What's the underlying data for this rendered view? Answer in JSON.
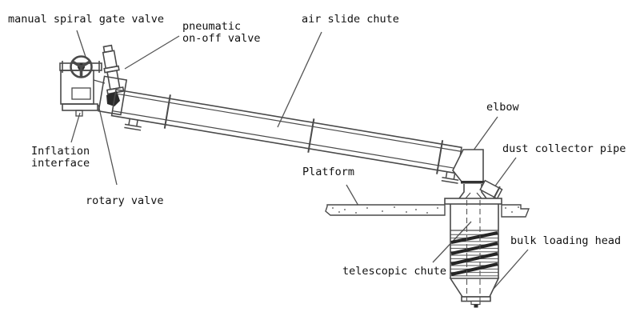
{
  "diagram": {
    "type": "technical-schematic",
    "subject": "bulk loading equipment side view",
    "colors": {
      "background": "#ffffff",
      "line": "#4a4a4a",
      "dark_fill": "#2b2b2b",
      "text": "#111111"
    },
    "labels": {
      "manual_spiral_gate_valve": "manual spiral gate valve",
      "pneumatic_on_off_valve": "pneumatic\non-off valve",
      "air_slide_chute": "air slide chute",
      "elbow": "elbow",
      "dust_collector_pipe": "dust collector pipe",
      "platform": "Platform",
      "inflation_interface": "Inflation\ninterface",
      "rotary_valve": "rotary valve",
      "telescopic_chute": "telescopic chute",
      "bulk_loading_head": "bulk loading head"
    }
  }
}
